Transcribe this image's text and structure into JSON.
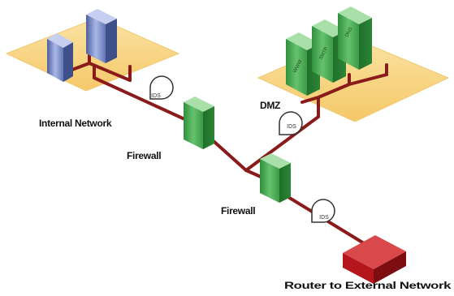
{
  "labels": {
    "internal_network": "Internal Network",
    "dmz": "DMZ",
    "firewall_1": "Firewall",
    "firewall_2": "Firewall",
    "router": "Router to External Network"
  },
  "ids_sensors": [
    "IDS",
    "IDS",
    "IDS"
  ],
  "dmz_servers": [
    "WWW",
    "SMTP",
    "DNS"
  ],
  "colors": {
    "zone_fill": "#f9d98a",
    "link": "#8b1a1a",
    "server_green": "#4caf50",
    "server_blue": "#6b7fb8",
    "router_red": "#b4161b"
  }
}
